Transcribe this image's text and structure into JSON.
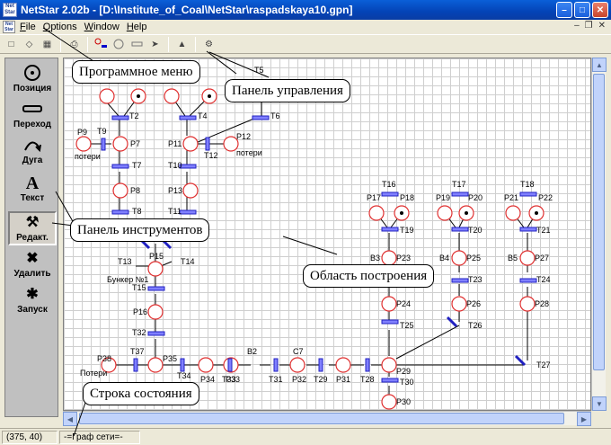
{
  "window": {
    "title": "NetStar 2.02b - [D:\\Institute_of_Coal\\NetStar\\raspadskaya10.gpn]",
    "app_icon_text": "Net Star"
  },
  "menu": [
    "File",
    "Options",
    "Window",
    "Help"
  ],
  "toolbar": {
    "icons": [
      "new-file-icon",
      "open-icon",
      "save-icon",
      "print-icon",
      "net-graph-icon",
      "place-icon",
      "transition-icon",
      "pointer-icon",
      "model-icon",
      "settings-icon"
    ]
  },
  "tools": [
    {
      "label": "Позиция",
      "icon": "circle-icon"
    },
    {
      "label": "Переход",
      "icon": "rectangle-icon"
    },
    {
      "label": "Дуга",
      "icon": "arc-arrow-icon"
    },
    {
      "label": "Текст",
      "icon": "text-icon"
    },
    {
      "label": "Редакт.",
      "icon": "edit-tools-icon",
      "active": true
    },
    {
      "label": "Удалить",
      "icon": "delete-icon"
    },
    {
      "label": "Запуск",
      "icon": "run-icon"
    }
  ],
  "callouts": {
    "program_menu": "Программное меню",
    "control_panel": "Панель управления",
    "tools_panel": "Панель инструментов",
    "build_area": "Область построения",
    "status_line": "Строка состояния"
  },
  "status": {
    "coords": "(375, 40)",
    "mode": "-=Граф сети=-"
  },
  "net": {
    "places": [
      {
        "id": "p-top-left",
        "label": "",
        "token": false
      },
      {
        "id": "p-top-left-token",
        "label": "",
        "token": true
      },
      {
        "id": "p-top-mid",
        "label": "",
        "token": false
      },
      {
        "id": "p-top-mid-token",
        "label": "",
        "token": true
      },
      {
        "id": "P9",
        "label": "P9",
        "token": false
      },
      {
        "id": "P7",
        "label": "P7",
        "token": false
      },
      {
        "id": "P8",
        "label": "P8",
        "token": false
      },
      {
        "id": "P11",
        "label": "P11",
        "token": false
      },
      {
        "id": "P12",
        "label": "P12",
        "token": false
      },
      {
        "id": "P13",
        "label": "P13",
        "token": false
      },
      {
        "id": "P15",
        "label": "P15",
        "token": false
      },
      {
        "id": "P16",
        "label": "P16",
        "token": false
      },
      {
        "id": "P38",
        "label": "P38",
        "token": false
      },
      {
        "id": "P35",
        "label": "P35",
        "token": false
      },
      {
        "id": "P34",
        "label": "P34",
        "token": false
      },
      {
        "id": "P33",
        "label": "P33",
        "token": false
      },
      {
        "id": "P31",
        "label": "P31",
        "token": false
      },
      {
        "id": "P32",
        "label": "P32",
        "token": false
      },
      {
        "id": "P29",
        "label": "P29",
        "token": false
      },
      {
        "id": "P30",
        "label": "P30",
        "token": false
      },
      {
        "id": "P17",
        "label": "P17",
        "token": false
      },
      {
        "id": "P18",
        "label": "P18",
        "token": true
      },
      {
        "id": "P23",
        "label": "P23",
        "token": false
      },
      {
        "id": "P24",
        "label": "P24",
        "token": false
      },
      {
        "id": "P19",
        "label": "P19",
        "token": false
      },
      {
        "id": "P20",
        "label": "P20",
        "token": true
      },
      {
        "id": "P25",
        "label": "P25",
        "token": false
      },
      {
        "id": "P26",
        "label": "P26",
        "token": false
      },
      {
        "id": "P21",
        "label": "P21",
        "token": false
      },
      {
        "id": "P22",
        "label": "P22",
        "token": true
      },
      {
        "id": "P27",
        "label": "P27",
        "token": false
      },
      {
        "id": "P28",
        "label": "P28",
        "token": false
      }
    ],
    "transitions": [
      "T5",
      "T2",
      "T4",
      "T6",
      "T9",
      "T7",
      "T10",
      "T12",
      "T8",
      "T11",
      "T13",
      "T14",
      "T15",
      "T32",
      "T37",
      "T34",
      "T33",
      "T31",
      "T29",
      "T28",
      "T30",
      "T16",
      "T19",
      "T25",
      "T17",
      "T20",
      "T23",
      "T26",
      "T18",
      "T21",
      "T24",
      "T27"
    ],
    "annotations": [
      "потери",
      "потери",
      "Бункер №1",
      "Потери",
      "B2",
      "C7",
      "B3",
      "B4",
      "B5"
    ]
  }
}
